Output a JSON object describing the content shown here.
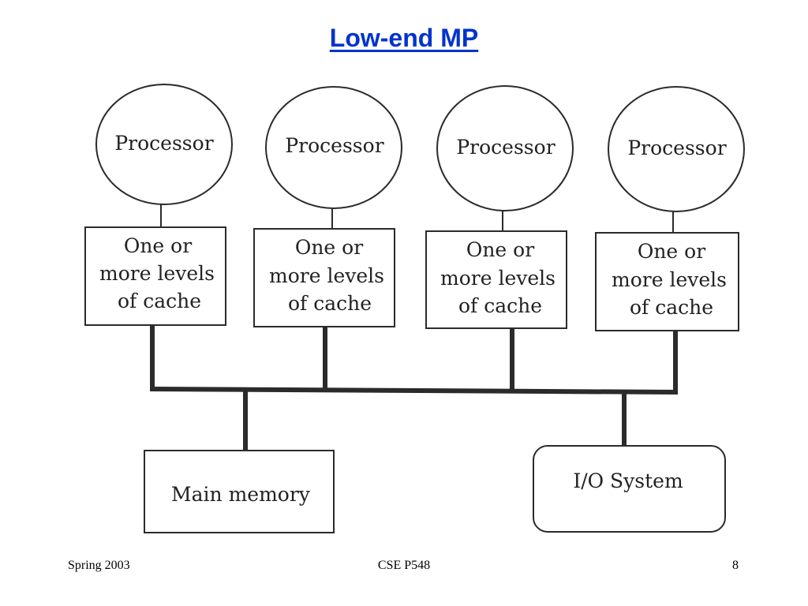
{
  "slide": {
    "title": "Low-end MP",
    "title_color": "#0033cc"
  },
  "diagram": {
    "processors": [
      {
        "label": "Processor",
        "cache_lines": [
          "One or",
          "more levels",
          "of cache"
        ]
      },
      {
        "label": "Processor",
        "cache_lines": [
          "One or",
          "more levels",
          "of cache"
        ]
      },
      {
        "label": "Processor",
        "cache_lines": [
          "One or",
          "more levels",
          "of cache"
        ]
      },
      {
        "label": "Processor",
        "cache_lines": [
          "One or",
          "more levels",
          "of cache"
        ]
      }
    ],
    "main_memory_label": "Main memory",
    "io_system_label": "I/O System",
    "line_color": "#2b2b2b"
  },
  "footer": {
    "left": "Spring 2003",
    "center": "CSE P548",
    "right": "8"
  }
}
